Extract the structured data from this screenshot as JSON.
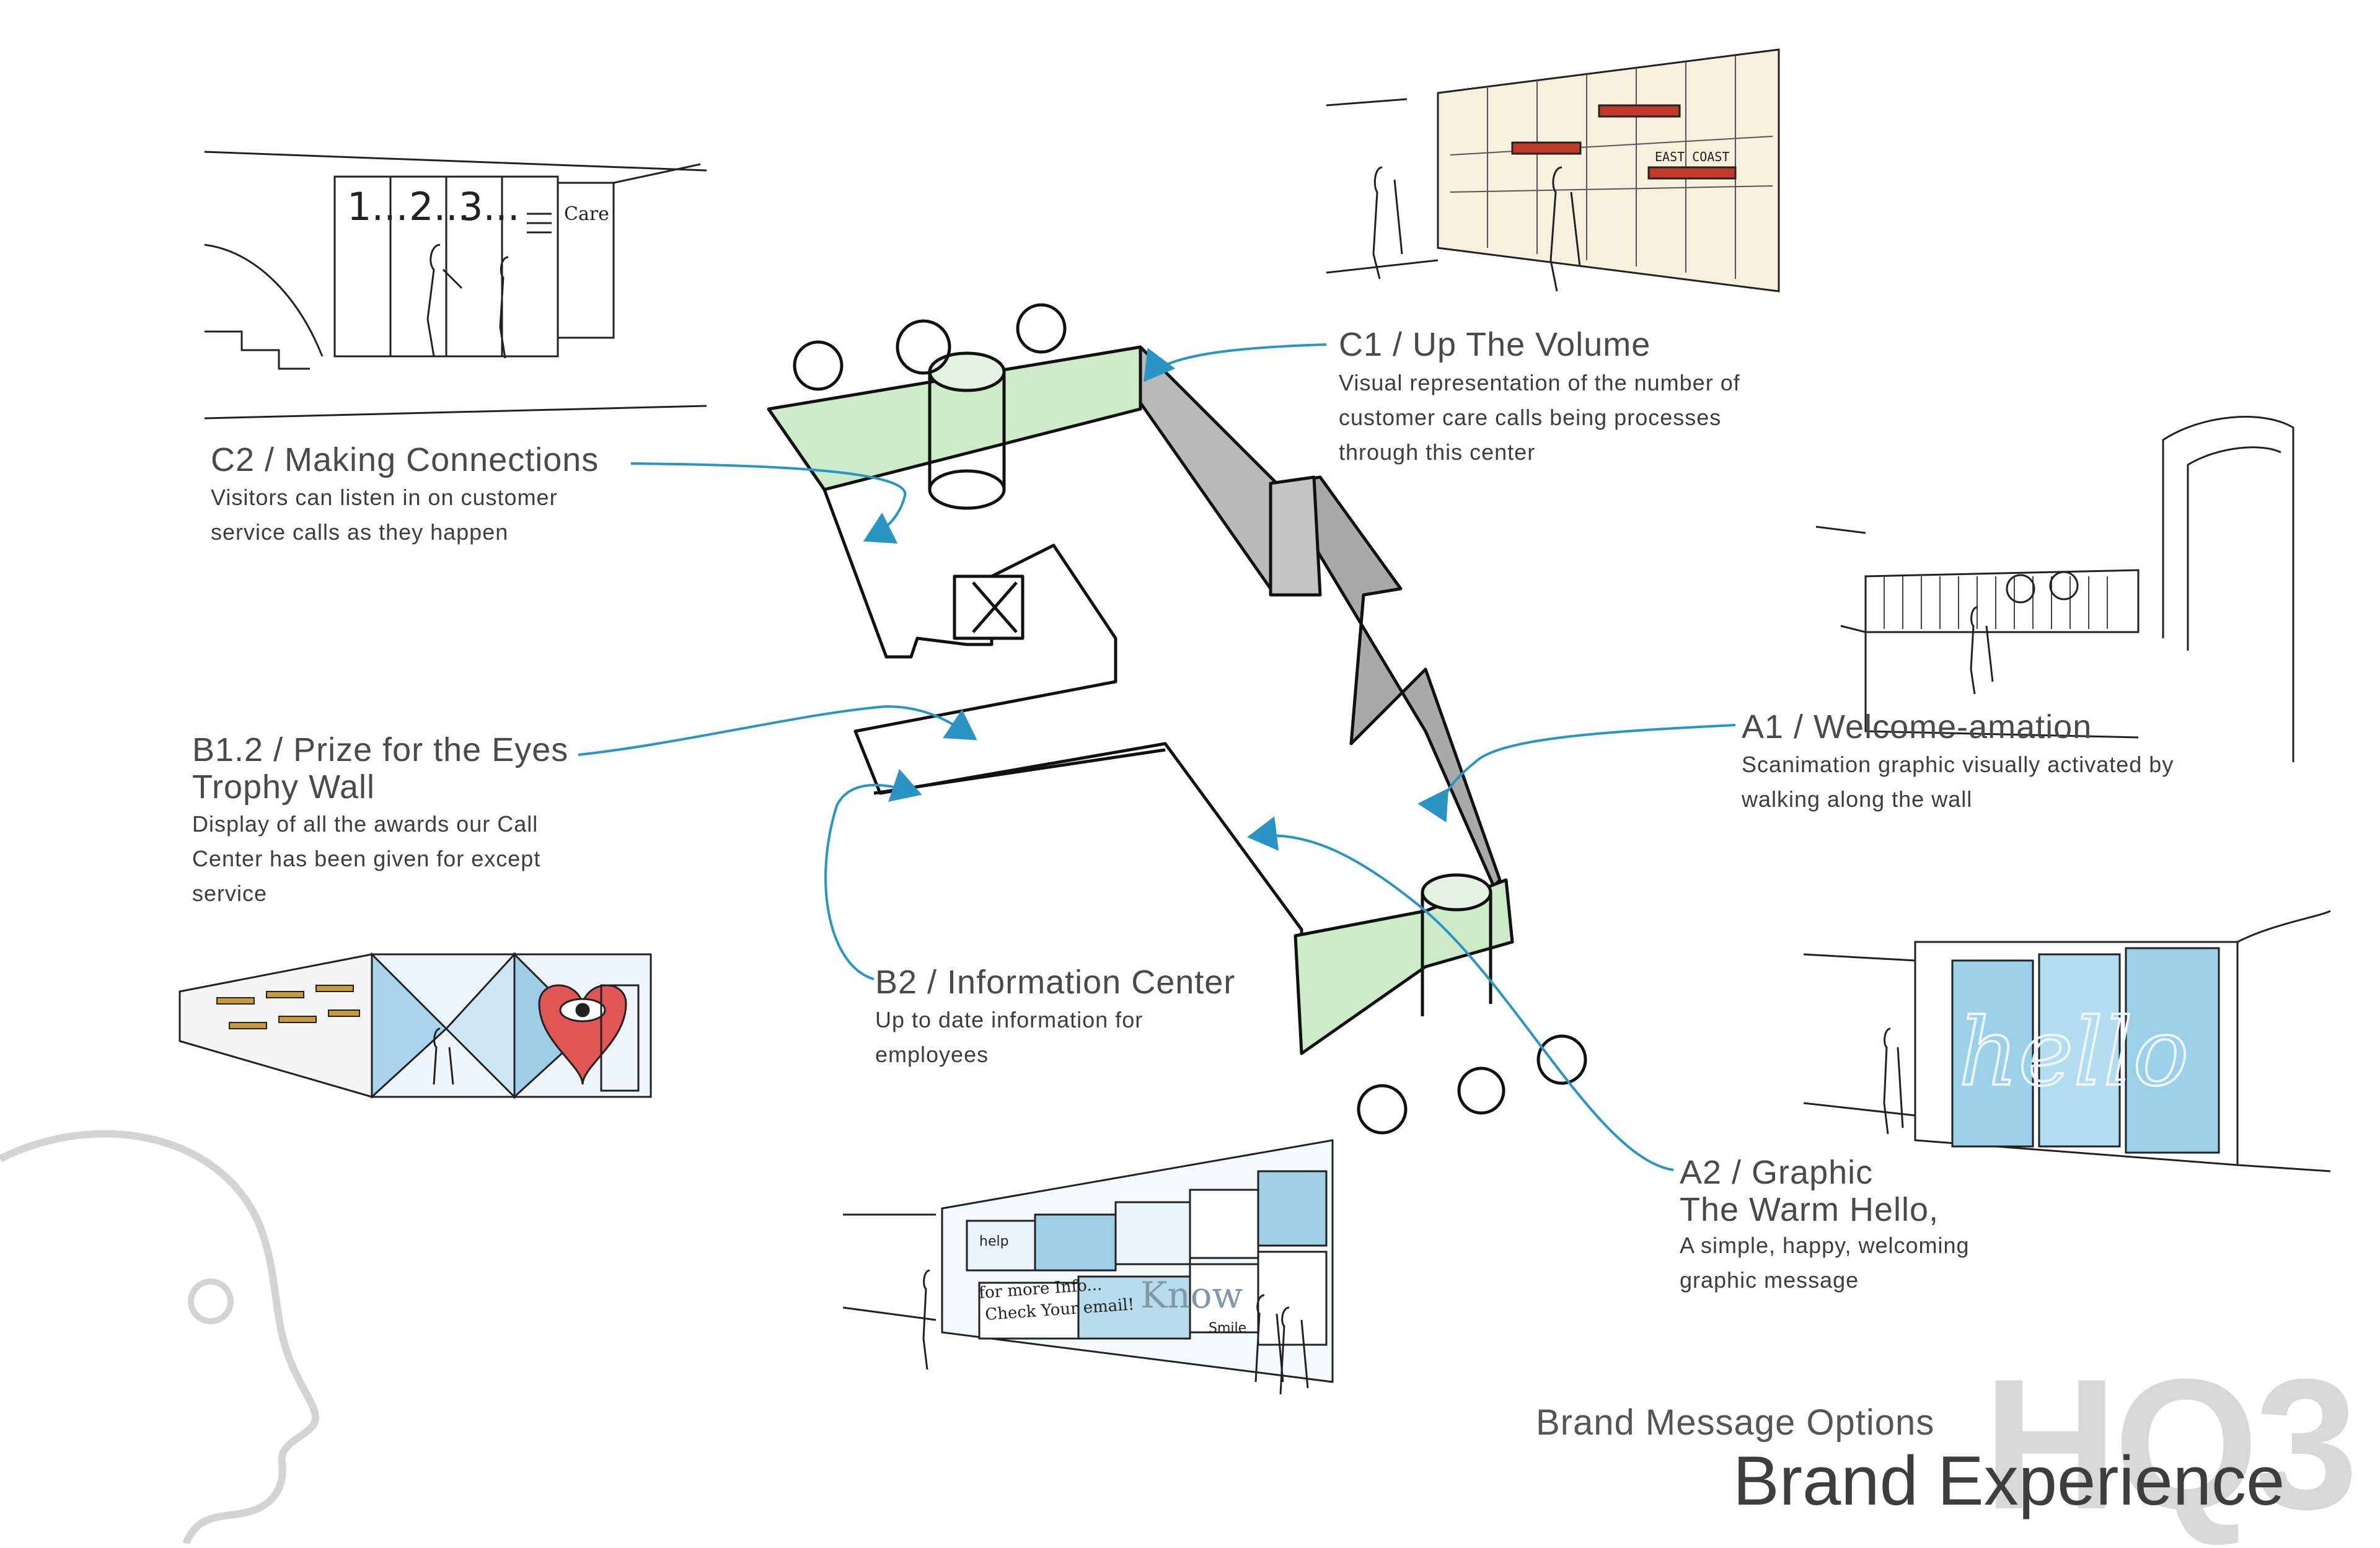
{
  "callouts": {
    "c2": {
      "heading": "C2 / Making Connections",
      "desc_lines": [
        "Visitors can listen in on customer",
        "service calls as they happen"
      ]
    },
    "c1": {
      "heading": "C1 / Up The Volume",
      "desc_lines": [
        "Visual representation of the number of",
        "customer care calls being processes",
        "through this center"
      ]
    },
    "a1": {
      "heading": "A1 / Welcome-amation",
      "desc_lines": [
        "Scanimation graphic visually activated by",
        "walking along the wall"
      ]
    },
    "b12": {
      "heading_lines": [
        "B1.2 / Prize for the Eyes",
        "Trophy Wall"
      ],
      "desc_lines": [
        "Display of all the awards our Call",
        "Center has been given for except",
        "service"
      ]
    },
    "b2": {
      "heading": "B2 / Information Center",
      "desc_lines": [
        "Up to date information for",
        "employees"
      ]
    },
    "a2": {
      "heading_lines": [
        "A2 / Graphic",
        "The Warm Hello,"
      ],
      "desc_lines": [
        "A simple, happy, welcoming",
        "graphic message"
      ]
    }
  },
  "sketch_text": {
    "numbers": [
      "1...",
      "2...",
      "3..."
    ],
    "care": "Care",
    "hello": "hello",
    "info": [
      "for more Info...",
      "Check Your email!"
    ],
    "know": "Know",
    "help": "help",
    "smile": "Smile",
    "east_coast": "EAST COAST"
  },
  "footer": {
    "watermark": "HQ3",
    "subtitle": "Brand Message Options",
    "title": "Brand Experience"
  },
  "colors": {
    "leader": "#2a95c4",
    "glass": "#9fd49a",
    "gray_wall": "#8f8f8f",
    "hello_blue": "#7fbfe0",
    "watermark": "#d8d8d8",
    "profile": "#d4d4d4"
  }
}
